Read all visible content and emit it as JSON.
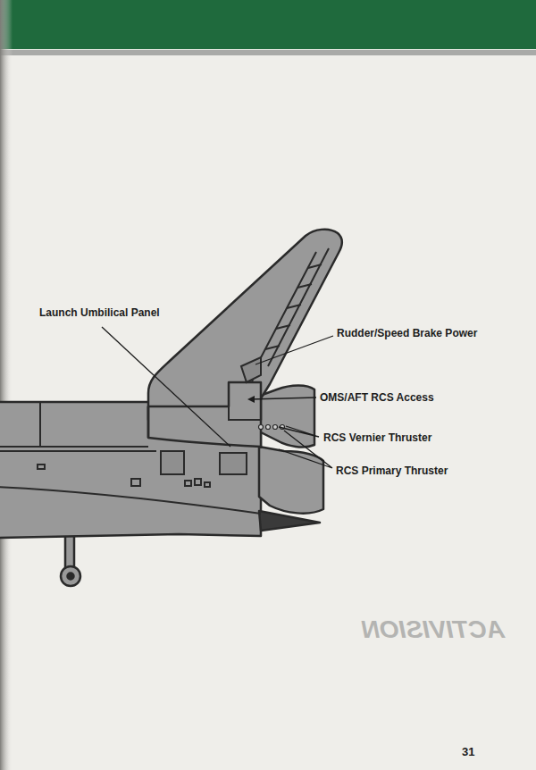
{
  "diagram": {
    "labels": [
      "Launch Umbilical Panel",
      "Rudder/Speed Brake Power",
      "OMS/AFT RCS Access",
      "RCS Vernier Thruster",
      "RCS Primary Thruster",
      "ACTIVISION",
      "31"
    ]
  }
}
